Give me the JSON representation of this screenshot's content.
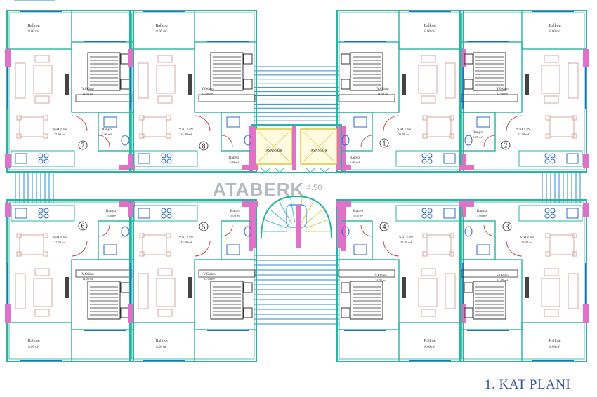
{
  "title": "1. KAT PLANI",
  "watermark": {
    "brand": "ATABERK",
    "sub": "4.50"
  },
  "colors": {
    "wall": "#27b5a0",
    "wall_dark": "#0f7c6b",
    "window": "#2a68d6",
    "column": "#e070c8",
    "furniture": "#d7a9a0",
    "bed": "#333333",
    "stairs": "#2a8ad6",
    "elevator": "#d9c83a",
    "text": "#3a4fa8"
  },
  "rooms": {
    "balkon": "Balkon",
    "balkon_area": "8.00 m²",
    "yodasi": "Y.Odası",
    "yodasi_area": "14.00 m²",
    "salon": "SALON",
    "salon_area": "25.90 m²",
    "salon_area_alt": "22.00 m²",
    "banyo": "Banyo",
    "banyo_area": "5.00 m²",
    "asansor": "ASANSÖR"
  },
  "units": [
    "1",
    "2",
    "3",
    "4",
    "5",
    "6",
    "7",
    "8"
  ]
}
